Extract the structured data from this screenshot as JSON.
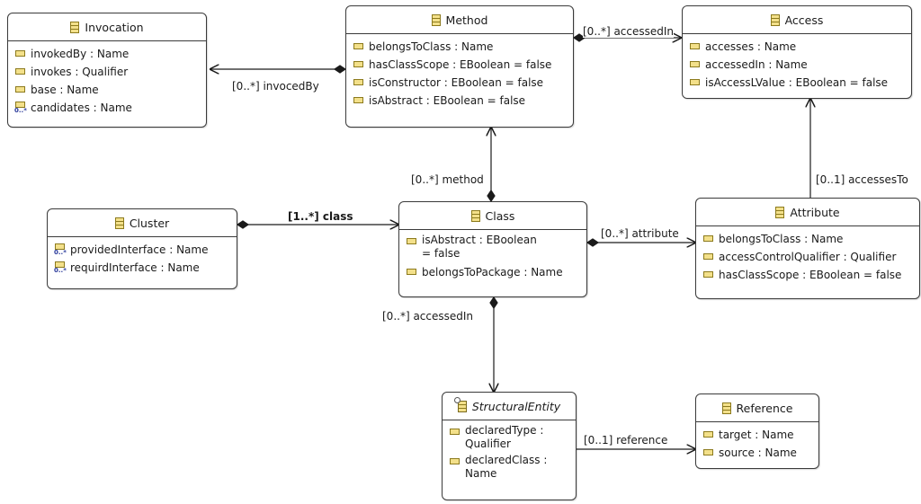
{
  "classes": {
    "invocation": {
      "name": "Invocation",
      "attributes": [
        {
          "label": "invokedBy : Name",
          "multi": false
        },
        {
          "label": "invokes : Qualifier",
          "multi": false
        },
        {
          "label": "base : Name",
          "multi": false
        },
        {
          "label": "candidates : Name",
          "multi": true
        }
      ]
    },
    "method": {
      "name": "Method",
      "attributes": [
        {
          "label": "belongsToClass : Name",
          "multi": false
        },
        {
          "label": "hasClassScope : EBoolean = false",
          "multi": false
        },
        {
          "label": "isConstructor : EBoolean = false",
          "multi": false
        },
        {
          "label": "isAbstract : EBoolean = false",
          "multi": false
        }
      ]
    },
    "access": {
      "name": "Access",
      "attributes": [
        {
          "label": "accesses : Name",
          "multi": false
        },
        {
          "label": "accessedIn : Name",
          "multi": false
        },
        {
          "label": "isAccessLValue : EBoolean = false",
          "multi": false
        }
      ]
    },
    "cluster": {
      "name": "Cluster",
      "attributes": [
        {
          "label": "providedInterface : Name",
          "multi": true
        },
        {
          "label": "requirdInterface : Name",
          "multi": true
        }
      ]
    },
    "class": {
      "name": "Class",
      "attributes": [
        {
          "label": "isAbstract : EBoolean = false",
          "multi": false
        },
        {
          "label": "belongsToPackage : Name",
          "multi": false
        }
      ]
    },
    "attribute": {
      "name": "Attribute",
      "attributes": [
        {
          "label": "belongsToClass : Name",
          "multi": false
        },
        {
          "label": "accessControlQualifier : Qualifier",
          "multi": false
        },
        {
          "label": "hasClassScope : EBoolean = false",
          "multi": false
        }
      ]
    },
    "structural_entity": {
      "name": "StructuralEntity",
      "abstract": true,
      "attributes": [
        {
          "label": "declaredType : Qualifier",
          "multi": false
        },
        {
          "label": "declaredClass : Name",
          "multi": false
        }
      ]
    },
    "reference": {
      "name": "Reference",
      "attributes": [
        {
          "label": "target : Name",
          "multi": false
        },
        {
          "label": "source : Name",
          "multi": false
        }
      ]
    }
  },
  "edges": {
    "invoced_by": "[0..*] invocedBy",
    "accessed_in_method": "[0..*] accessedIn",
    "method": "[0..*] method",
    "accesses_to": "[0..1] accessesTo",
    "class": "[1..*] class",
    "attribute": "[0..*] attribute",
    "accessed_in_class": "[0..*] accessedIn",
    "reference": "[0..1] reference"
  },
  "colors": {
    "class_icon_fill": "#f3e08a",
    "class_icon_stroke": "#8c7a1d",
    "multiplicity_marker": "#2a3a9a",
    "border": "#3a3a3a"
  }
}
